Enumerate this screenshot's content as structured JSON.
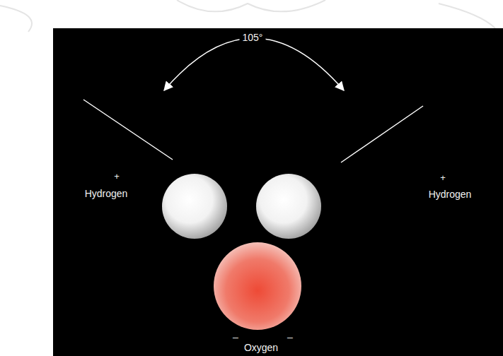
{
  "diagram": {
    "labels": [
      "105°",
      "+",
      "+",
      "Hydrogen",
      "Hydrogen",
      "–",
      "–",
      "Oxygen"
    ]
  }
}
